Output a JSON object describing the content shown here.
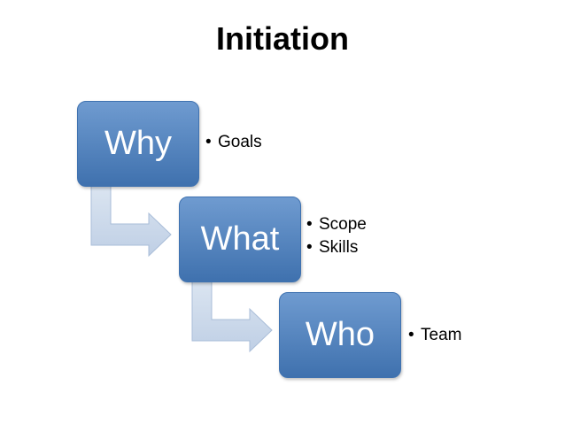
{
  "title": "Initiation",
  "colors": {
    "box_top": "#6f9bd0",
    "box_bottom": "#3f71ae",
    "connector_fill": "#cdd9ea",
    "connector_stroke": "#a9bdd8"
  },
  "steps": [
    {
      "label": "Why",
      "bullets": [
        "Goals"
      ]
    },
    {
      "label": "What",
      "bullets": [
        "Scope",
        "Skills"
      ]
    },
    {
      "label": "Who",
      "bullets": [
        "Team"
      ]
    }
  ]
}
